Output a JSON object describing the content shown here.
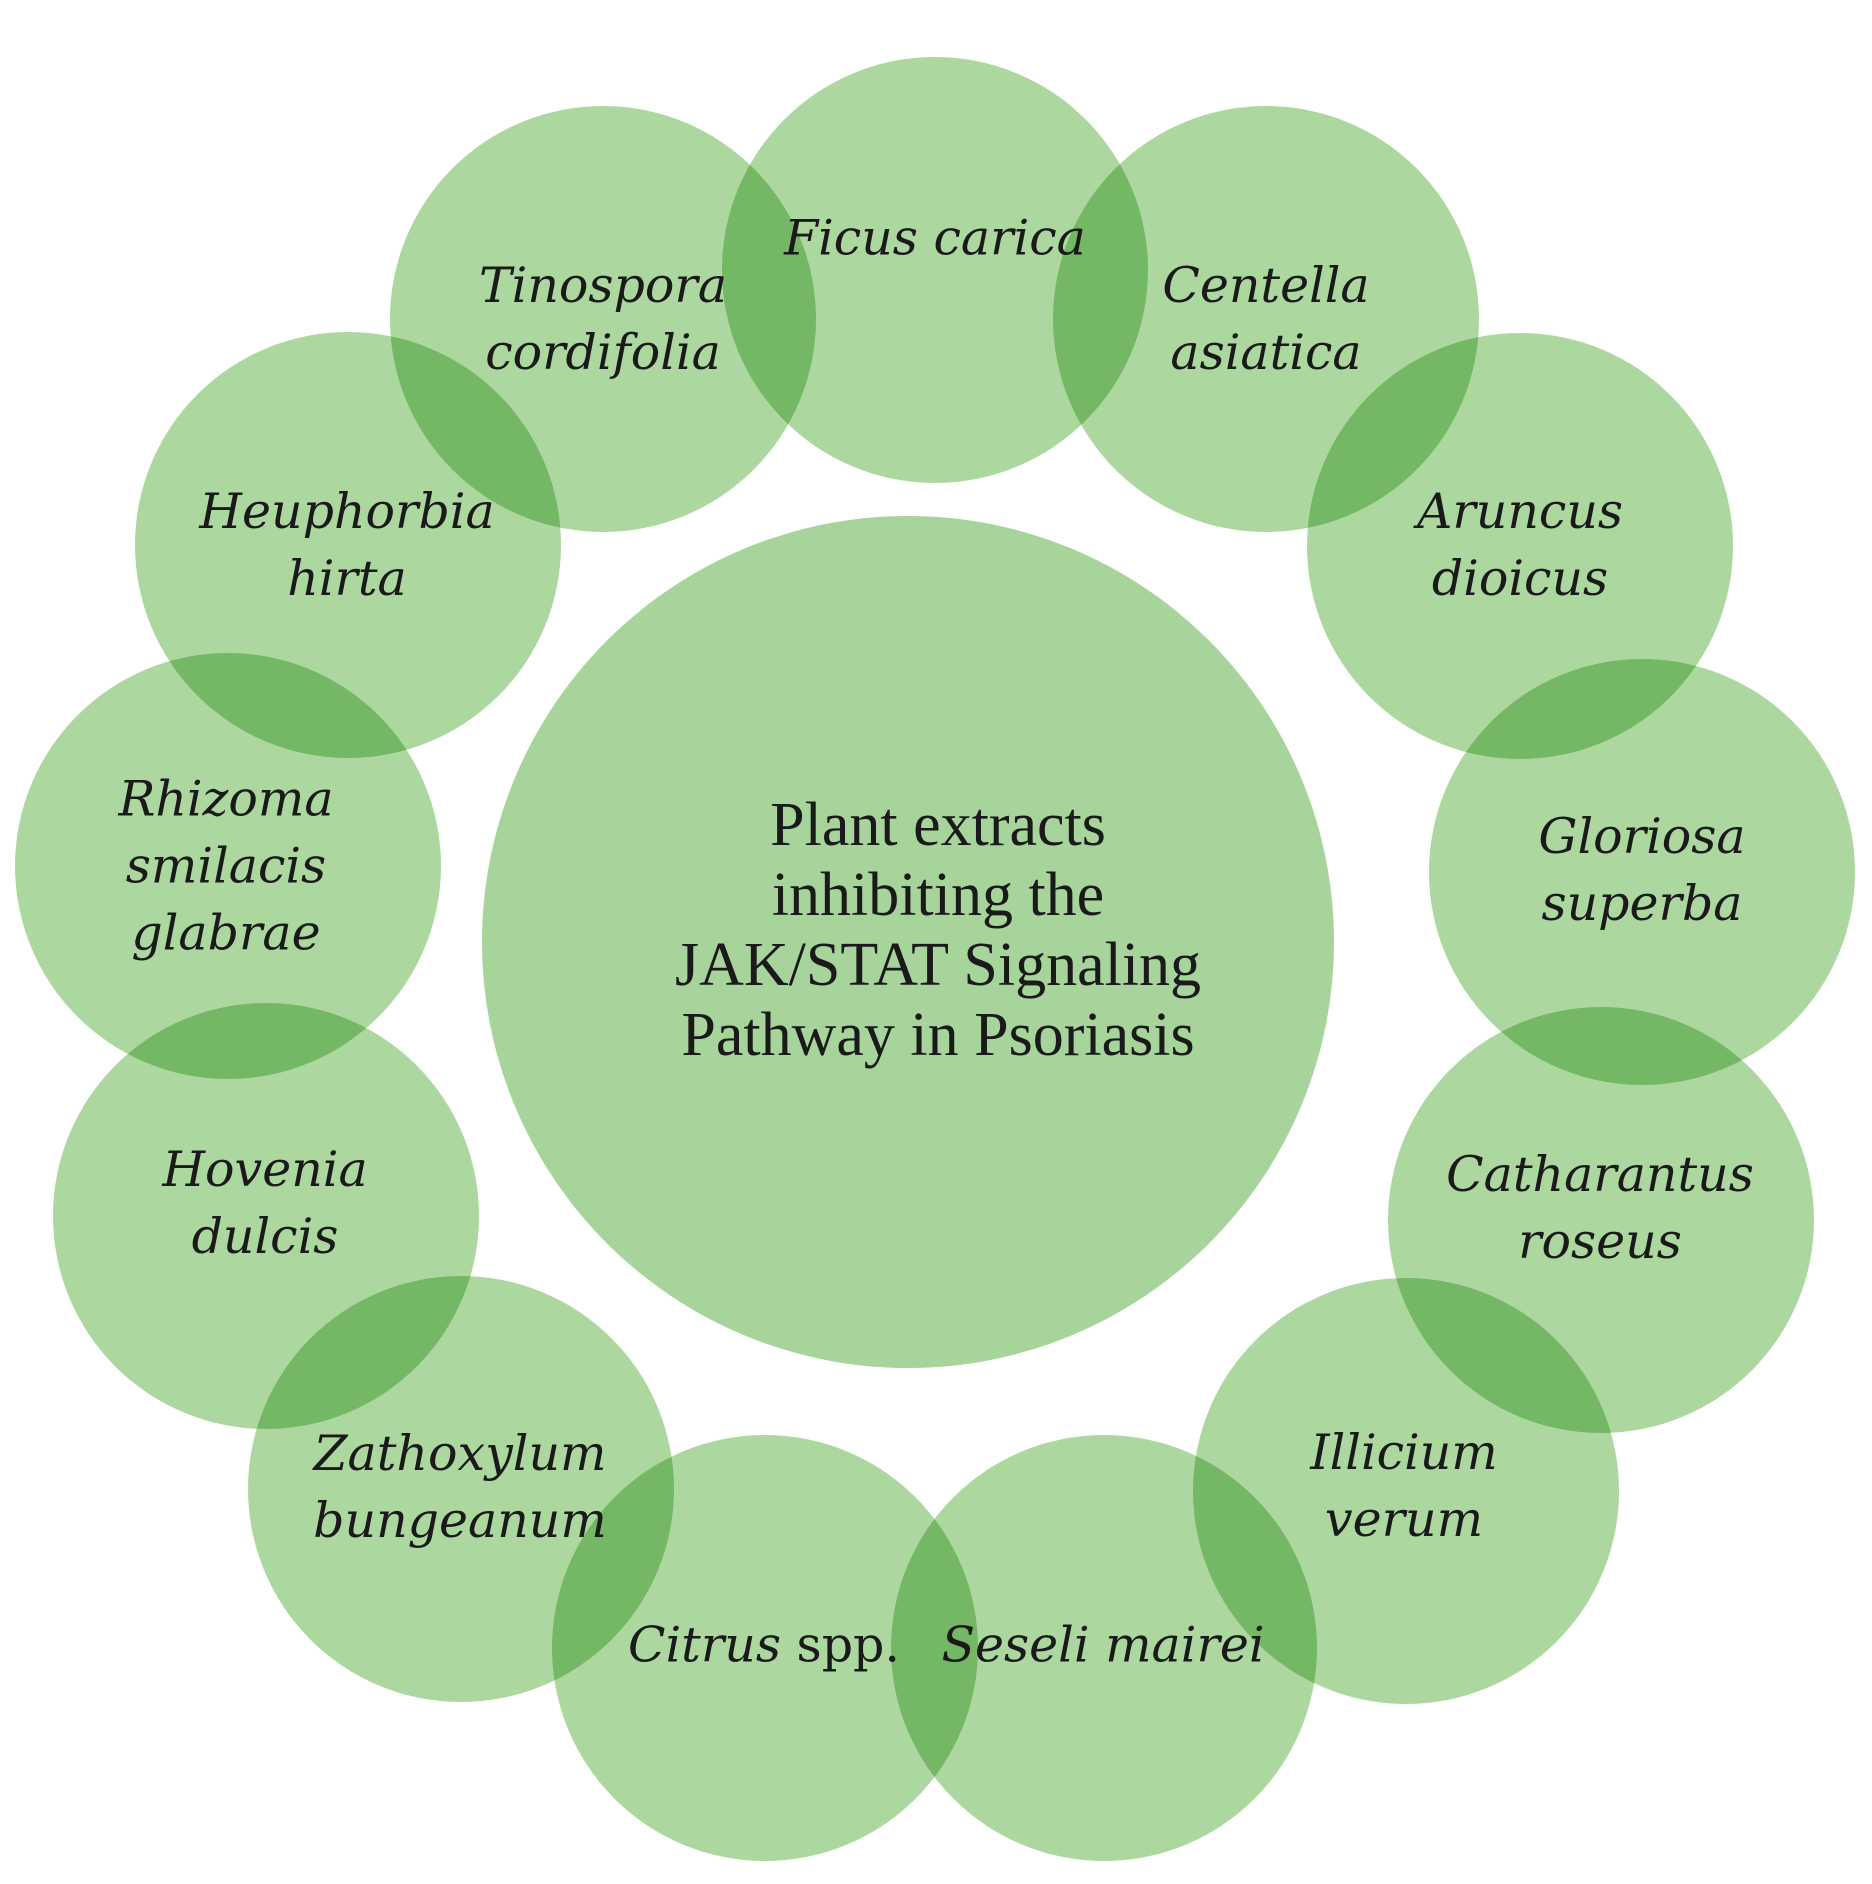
{
  "diagram": {
    "colors": {
      "bubble_fill": "#acd8a0",
      "bubble_fill_center": "#a6d49a",
      "text": "#1a1a1a"
    },
    "center": {
      "lines": [
        "Plant extracts",
        "inhibiting the",
        "JAK/STAT Signaling",
        "Pathway in Psoriasis"
      ]
    },
    "plants": [
      {
        "lines": [
          "Ficus carica"
        ]
      },
      {
        "lines": [
          "Centella",
          "asiatica"
        ]
      },
      {
        "lines": [
          "Aruncus",
          "dioicus"
        ]
      },
      {
        "lines": [
          "Gloriosa",
          "superba"
        ]
      },
      {
        "lines": [
          "Catharantus",
          "roseus"
        ]
      },
      {
        "lines": [
          "Illicium",
          "verum"
        ]
      },
      {
        "lines": [
          "Seseli mairei"
        ]
      },
      {
        "genus": "Citrus",
        "suffix": "spp."
      },
      {
        "lines": [
          "Zathoxylum",
          "bungeanum"
        ]
      },
      {
        "lines": [
          "Hovenia",
          "dulcis"
        ]
      },
      {
        "lines": [
          "Rhizoma",
          "smilacis",
          "glabrae"
        ]
      },
      {
        "lines": [
          "Heuphorbia",
          "hirta"
        ]
      },
      {
        "lines": [
          "Tinospora",
          "cordifolia"
        ]
      }
    ]
  }
}
